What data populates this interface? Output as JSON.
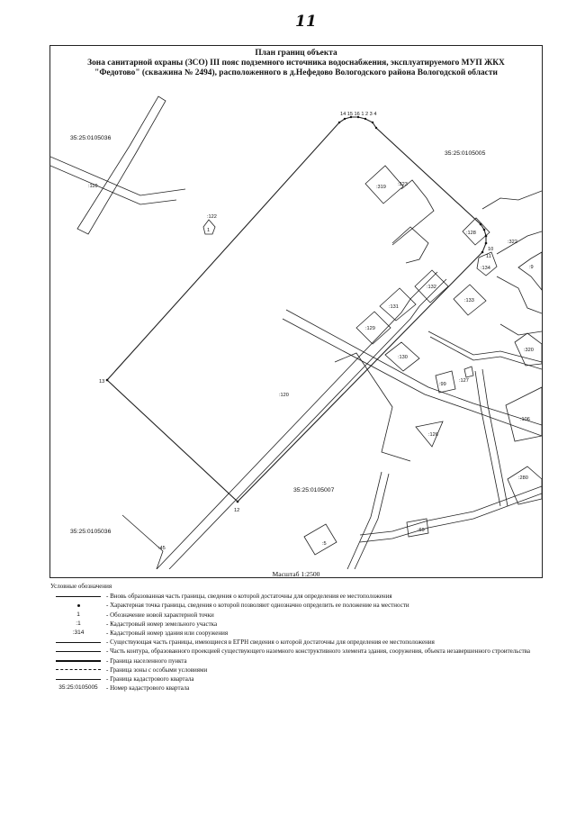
{
  "page": {
    "number": "11"
  },
  "title": {
    "line1": "План границ объекта",
    "line2": "Зона санитарной охраны (ЗСО) III пояс подземного источника водоснабжения, эксплуатируемого МУП ЖКХ",
    "line3": "\"Федотово\" (скважина № 2494), расположенного в д.Нефедово Вологодского района Вологодской области"
  },
  "map": {
    "quarters": {
      "q1": "35:25:0105036",
      "q2": "35:25:0105005",
      "q3": "35:25:0105007",
      "q4": "35:25:0105036"
    },
    "parcels": {
      "p110": ":110",
      "p122": ":122",
      "p1": "1",
      "p319": ":319",
      "p323": ":323",
      "p128": ":128",
      "p322": ":322",
      "p134": ":134",
      "p9": ":9",
      "p131": ":131",
      "p132": ":132",
      "p133": ":133",
      "p129": ":129",
      "p130": ":130",
      "p320": ":320",
      "p99": ":99",
      "p127": ":127",
      "p120": ":120",
      "p106": ":106",
      "p126": ":126",
      "p280": ":280",
      "p69": ":69",
      "p5": ":5",
      "p45": ":45"
    },
    "points": {
      "top": "14 15 16 1 2 3 4",
      "right_a": "10",
      "right_b": "11",
      "left": "13",
      "bottom": "12"
    }
  },
  "scale": "Масштаб 1:2500",
  "legend": {
    "title": "Условные обозначения",
    "items": [
      {
        "symbol": "line",
        "text": "- Вновь образованная часть границы, сведения о которой достаточны для определения ее местоположения"
      },
      {
        "symbol": "dot",
        "text": "- Характерная точка границы, сведения о которой позволяют однозначно определить ее положение на местности"
      },
      {
        "symbol_text": "1",
        "text": "- Обозначение новой характерной точки"
      },
      {
        "symbol_text": ":1",
        "text": "- Кадастровый номер земельного участка"
      },
      {
        "symbol_text": ":314",
        "text": "- Кадастровый номер здания или сооружения"
      },
      {
        "symbol": "thin",
        "text": "- Существующая часть границы, имеющиеся в ЕГРН сведения о которой достаточны для определения ее местоположения"
      },
      {
        "symbol": "line",
        "text": "- Часть контура, образованного проекцией существующего наземного конструктивного элемента здания, сооружения, объекта незавершенного строительства"
      },
      {
        "symbol": "thick",
        "text": "- Граница населенного пункта"
      },
      {
        "symbol": "dash",
        "text": "- Граница зоны с особыми условиями"
      },
      {
        "symbol": "line",
        "text": "- Граница кадастрового квартала"
      },
      {
        "symbol_text": "35:25:0105005",
        "text": "- Номер кадастрового квартала"
      }
    ]
  }
}
